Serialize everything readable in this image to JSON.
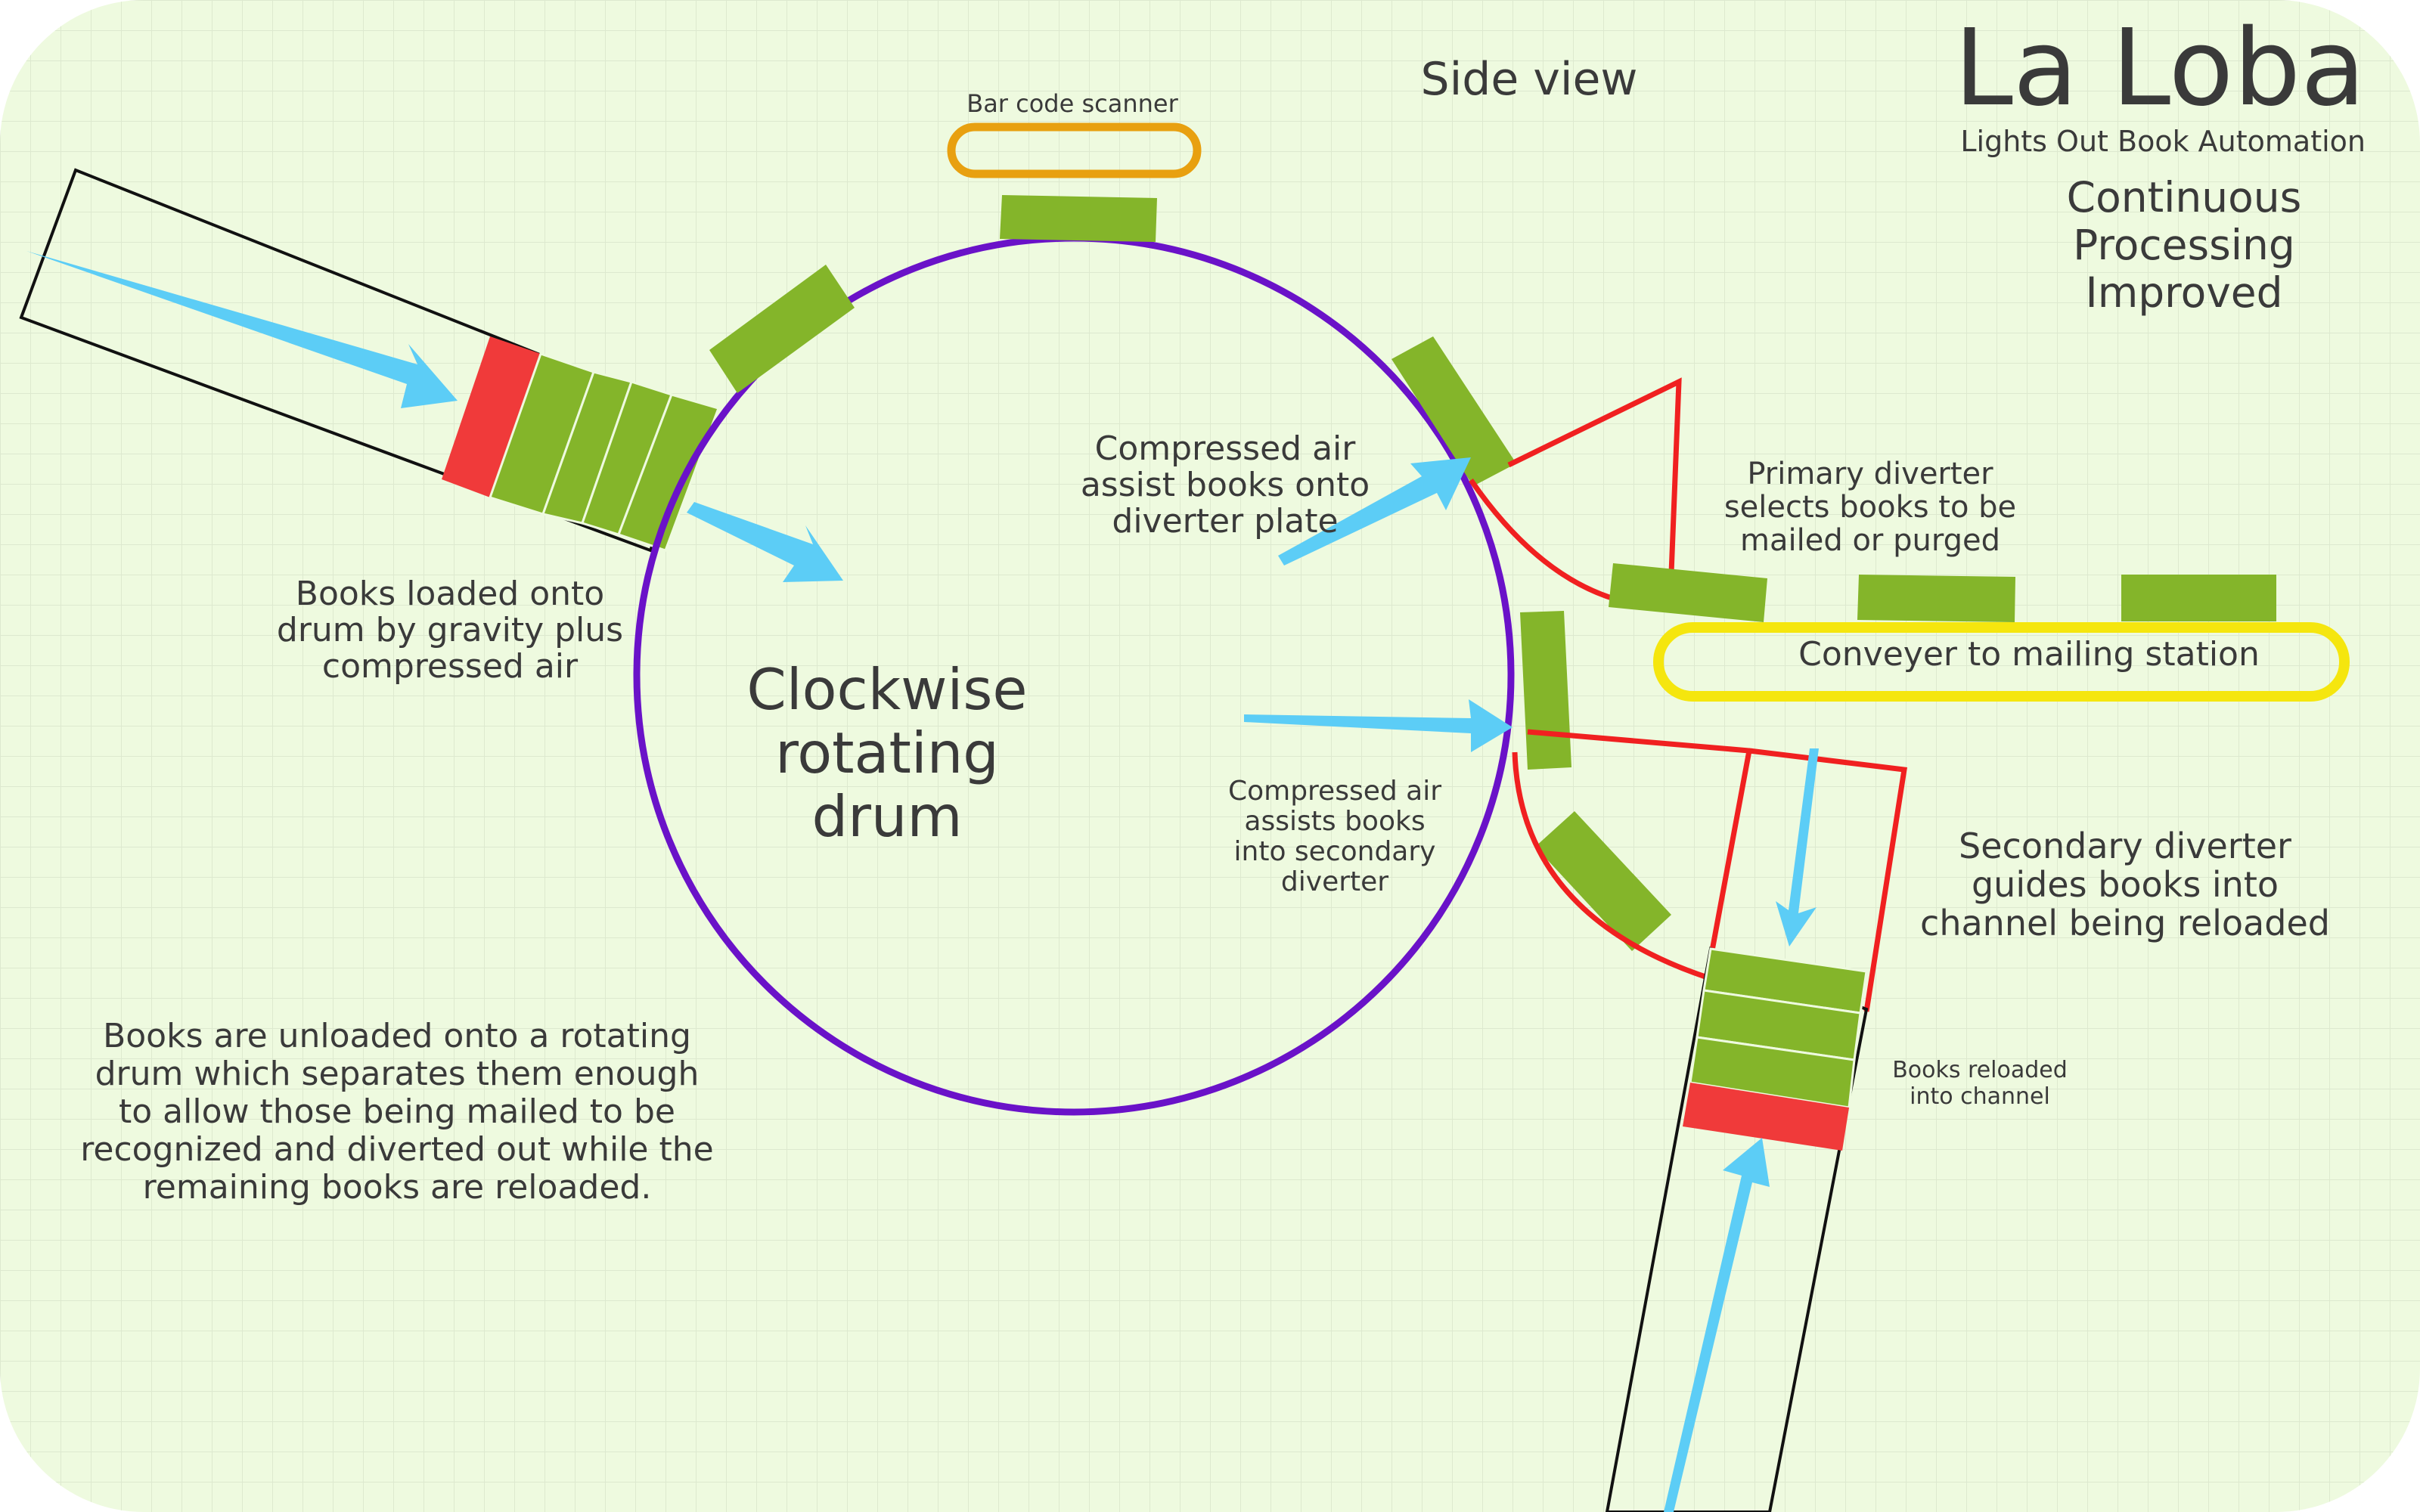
{
  "header": {
    "view_label": "Side view",
    "brand_name": "La Loba",
    "brand_tagline": "Lights Out Book Automation",
    "subtitle_lines": [
      "Continuous",
      "Processing",
      "Improved"
    ]
  },
  "labels": {
    "scanner": "Bar code scanner",
    "drum_lines": [
      "Clockwise",
      "rotating",
      "drum"
    ],
    "loading_lines": [
      "Books loaded onto",
      "drum by gravity plus",
      "compressed air"
    ],
    "air_primary_lines": [
      "Compressed air",
      "assist books onto",
      "diverter plate"
    ],
    "primary_diverter_lines": [
      "Primary diverter",
      "selects books to be",
      "mailed or purged"
    ],
    "conveyor": "Conveyer to mailing station",
    "air_secondary_lines": [
      "Compressed air",
      "assists books",
      "into secondary",
      "diverter"
    ],
    "secondary_diverter_lines": [
      "Secondary diverter",
      "guides books into",
      "channel being reloaded"
    ],
    "reloaded_lines": [
      "Books reloaded",
      "into channel"
    ],
    "summary_lines": [
      "Books are unloaded onto a rotating",
      "drum which separates them enough",
      "to allow those being mailed to be",
      "recognized and diverted out while the",
      "remaining books are reloaded."
    ]
  },
  "colors": {
    "background": "#eefadf",
    "grid": "#dde9cf",
    "drum": "#6a12c8",
    "book": "#84b52a",
    "marker_book": "#f03a3a",
    "diverter": "#f02020",
    "arrow": "#5ccdf6",
    "scanner": "#e8a010",
    "conveyor": "#f5e60e",
    "channel": "#111111",
    "text": "#3a3a3a"
  },
  "icons": [
    "rotating-drum",
    "book-block",
    "air-arrow",
    "scanner-outline",
    "conveyor-outline"
  ]
}
